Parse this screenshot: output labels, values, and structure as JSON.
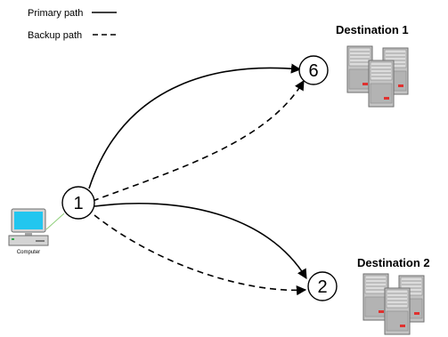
{
  "legend": {
    "primary_label": "Primary path",
    "backup_label": "Backup path"
  },
  "destinations": {
    "dest1_title": "Destination 1",
    "dest2_title": "Destination 2"
  },
  "nodes": {
    "source": "1",
    "dest1_node": "6",
    "dest2_node": "2"
  },
  "computer": {
    "label": "Computer"
  },
  "colors": {
    "line": "#000000",
    "monitor_screen": "#22c6ef",
    "computer_link": "#8fcf7a",
    "server_gray": "#b9b9b9",
    "server_led": "#e0312f"
  },
  "icons": {
    "computer": "computer-icon",
    "server_cluster": "server-cluster-icon"
  }
}
